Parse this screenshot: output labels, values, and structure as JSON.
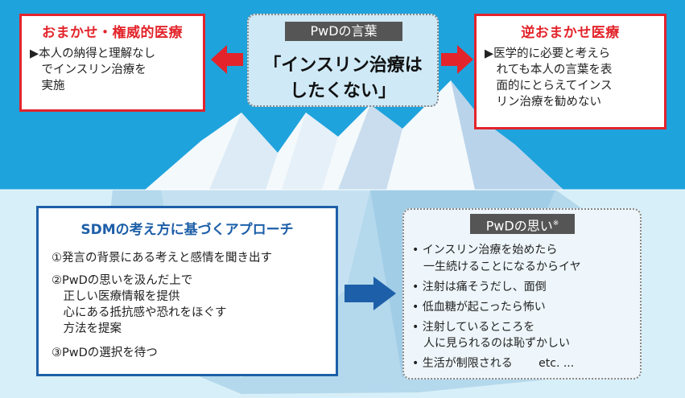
{
  "center": {
    "label": "PwDの言葉",
    "quote_line1": "「インスリン治療は",
    "quote_line2": "したくない」"
  },
  "left_box": {
    "title": "おまかせ・権威的医療",
    "lines": [
      "▶本人の納得と理解なし",
      "　でインスリン治療を",
      "　実施"
    ]
  },
  "right_box": {
    "title": "逆おまかせ医療",
    "lines": [
      "▶医学的に必要と考えら",
      "　れても本人の言葉を表",
      "　面的にとらえてインス",
      "　リン治療を勧めない"
    ]
  },
  "sdm": {
    "title": "SDMの考え方に基づくアプローチ",
    "items": [
      "①発言の背景にある考えと感情を聞き出す",
      "②PwDの思いを汲んだ上で",
      "　正しい医療情報を提供",
      "　心にある抵抗感や恐れをほぐす",
      "　方法を提案",
      "③PwDの選択を待つ"
    ]
  },
  "pwd": {
    "label": "PwDの思い",
    "label_mark": "※",
    "items": [
      "• インスリン治療を始めたら",
      "　一生続けることになるからイヤ",
      "• 注射は痛そうだし、面倒",
      "• 低血糖が起こったら怖い",
      "• 注射しているところを",
      "　人に見られるのは恥ずかしい",
      "• 生活が制限される　　 etc. ..."
    ]
  },
  "colors": {
    "sky": "#1fa3dc",
    "sea": "#d7eff8",
    "red": "#e3242b",
    "blue": "#1d5fa8"
  }
}
